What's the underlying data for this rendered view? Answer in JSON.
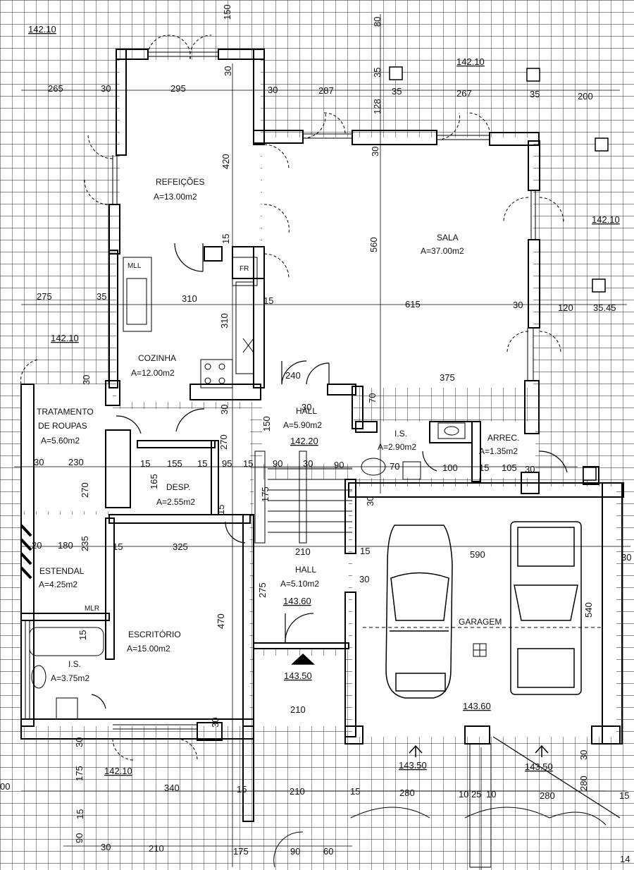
{
  "rooms": {
    "refeicoes": {
      "name": "REFEIÇÕES",
      "area": "A=13.00m2"
    },
    "sala": {
      "name": "SALA",
      "area": "A=37.00m2"
    },
    "cozinha": {
      "name": "COZINHA",
      "area": "A=12.00m2"
    },
    "tratamento": {
      "name1": "TRATAMENTO",
      "name2": "DE ROUPAS",
      "area": "A=5.60m2"
    },
    "hall_top": {
      "name": "HALL",
      "area": "A=5.90m2",
      "level": "142.20"
    },
    "is_small": {
      "name": "I.S.",
      "area": "A=2.90m2"
    },
    "arrec": {
      "name": "ARREC.",
      "area": "A=1.35m2"
    },
    "desp": {
      "name": "DESP.",
      "area": "A=2.55m2"
    },
    "estendal": {
      "name": "ESTENDAL",
      "area": "A=4.25m2"
    },
    "escritorio": {
      "name": "ESCRITÓRIO",
      "area": "A=15.00m2"
    },
    "is_bath": {
      "name": "I.S.",
      "area": "A=3.75m2"
    },
    "hall_bottom": {
      "name": "HALL",
      "area": "A=5.10m2",
      "level": "143.60"
    },
    "garagem": {
      "name": "GARAGEM",
      "level": "143.60"
    }
  },
  "fixtures": {
    "mll": "MLL",
    "fr": "FR",
    "mlr": "MLR"
  },
  "levels": {
    "top_left": "142.10",
    "top_right": "142.10",
    "right": "142.10",
    "left_mid": "142.10",
    "bottom_left": "142.10",
    "entrance": "143.50",
    "garage_a": "143.50",
    "garage_b": "143.50"
  },
  "dims": {
    "d265": "265",
    "d30a": "30",
    "d295": "295",
    "d30b": "30",
    "d287": "287",
    "d35a": "35",
    "d267": "267",
    "d35b": "35",
    "d200": "200",
    "d150": "150",
    "d30c": "30",
    "d80": "80",
    "d35c": "35",
    "d128": "128",
    "d30d": "30",
    "d420": "420",
    "d15a": "15",
    "d560": "560",
    "d275a": "275",
    "d35d": "35",
    "d310a": "310",
    "d15b": "15",
    "d615": "615",
    "d30e": "30",
    "d120": "120",
    "d3545": "35.45",
    "d310b": "310",
    "d375": "375",
    "d240": "240",
    "d30f": "30",
    "d70": "70",
    "d150b": "150",
    "d30g": "30",
    "d270a": "270",
    "d30h": "30",
    "d230": "230",
    "d15c": "15",
    "d155": "155",
    "d15d": "15",
    "d95": "95",
    "d15e": "15",
    "d90a": "90",
    "d30i": "30",
    "d90b": "90",
    "d70b": "70",
    "d100": "100",
    "d15f": "15",
    "d105": "105",
    "d30j": "30",
    "d165": "165",
    "d270b": "270",
    "d175a": "175",
    "d15g": "15",
    "d30k": "30",
    "d20": "20",
    "d180": "180",
    "d235": "235",
    "d15h": "15",
    "d325": "325",
    "d210a": "210",
    "d590": "590",
    "d15i": "15",
    "d30l": "30",
    "d30m": "30",
    "d275b": "275",
    "d470": "470",
    "d540": "540",
    "d15j": "15",
    "d210b": "210",
    "d30n": "30",
    "d30o": "30",
    "d175b": "175",
    "d340": "340",
    "d15k": "15",
    "d210c": "210",
    "d15l": "15",
    "d280a": "280",
    "d10a": "10",
    "d25": "25",
    "d10b": "10",
    "d280b": "280",
    "d280c": "280",
    "d30p": "30",
    "d15m": "15",
    "d90c": "90",
    "d30q": "30",
    "d210d": "210",
    "d175c": "175",
    "d90d": "90",
    "d60": "60",
    "d00": "00",
    "d14": "14",
    "d30r": "30",
    "d15n": "15"
  }
}
